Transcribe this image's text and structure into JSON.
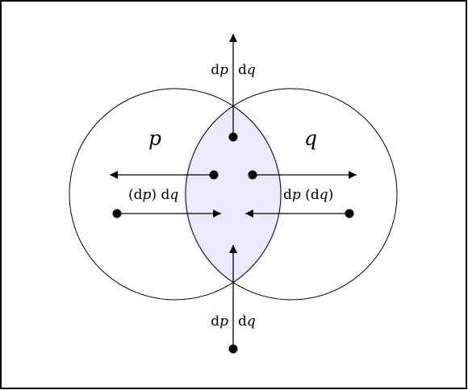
{
  "colors": {
    "background": "#ffffff",
    "stroke": "#000000",
    "lens_fill": "#ebe9fb"
  },
  "sets": {
    "left": "p",
    "right": "q"
  },
  "labels": {
    "top": {
      "d1": "d",
      "v1": "p",
      "d2": "d",
      "v2": "q"
    },
    "bottom": {
      "d1": "d",
      "v1": "p",
      "d2": "d",
      "v2": "q"
    },
    "left": {
      "open": "(",
      "d1": "d",
      "v1": "p",
      "close": ")",
      "d2": " d",
      "v2": "q"
    },
    "right": {
      "d1": "d",
      "v1": "p",
      "open": " (",
      "d2": "d",
      "v2": "q",
      "close": ")"
    }
  }
}
